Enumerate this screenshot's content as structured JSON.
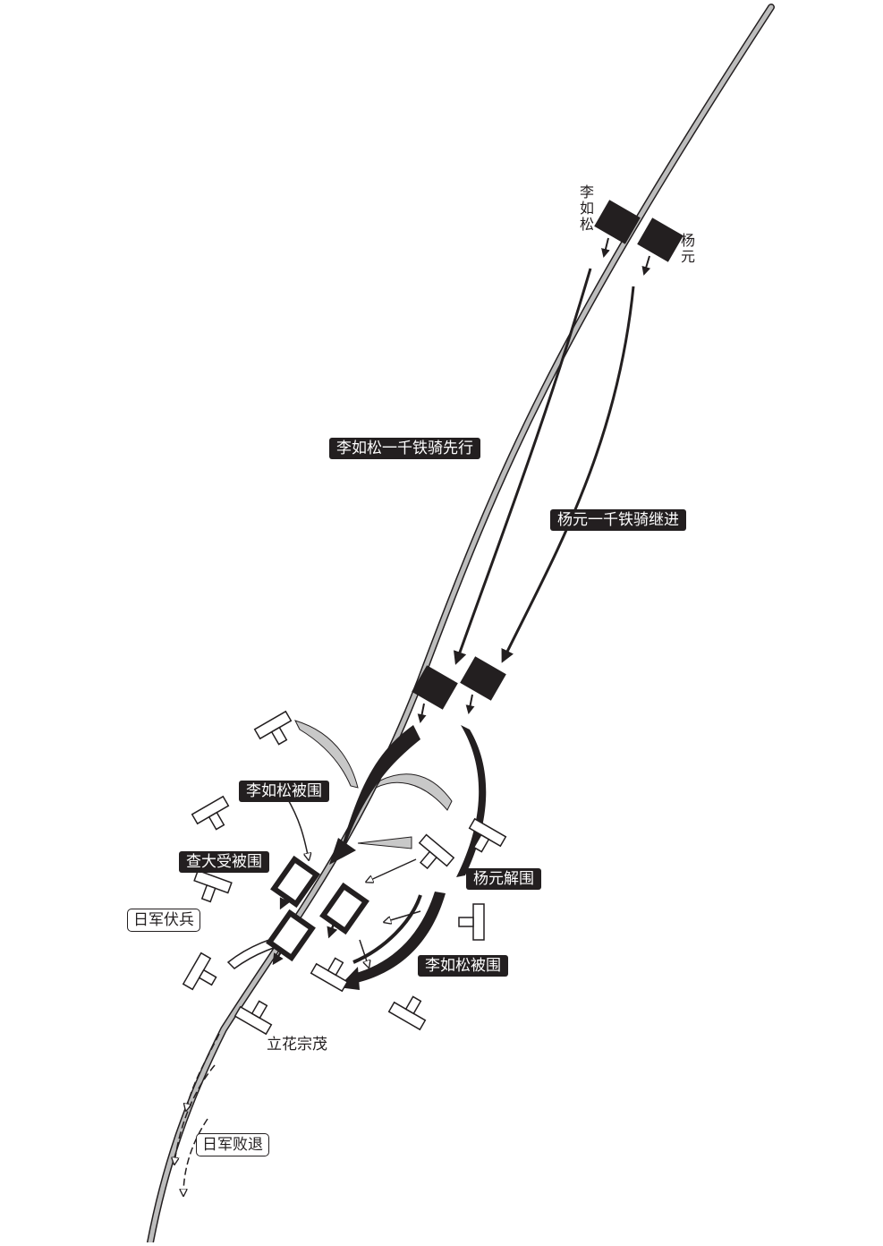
{
  "colors": {
    "ink": "#231f20",
    "road": "#bdbdbd",
    "enemy_arrow": "#c8c8c8",
    "paper": "#ffffff"
  },
  "labels": {
    "li_rusong_unit": "李如松",
    "yang_yuan_unit": "杨元",
    "li_advance": "李如松一千铁骑先行",
    "yang_advance": "杨元一千铁骑继进",
    "li_surrounded_1": "李如松被围",
    "zha_surrounded": "查大受被围",
    "japanese_ambush": "日军伏兵",
    "yang_rescue": "杨元解围",
    "li_surrounded_2": "李如松被围",
    "tachibana": "立花宗茂",
    "japanese_retreat": "日军败退"
  }
}
